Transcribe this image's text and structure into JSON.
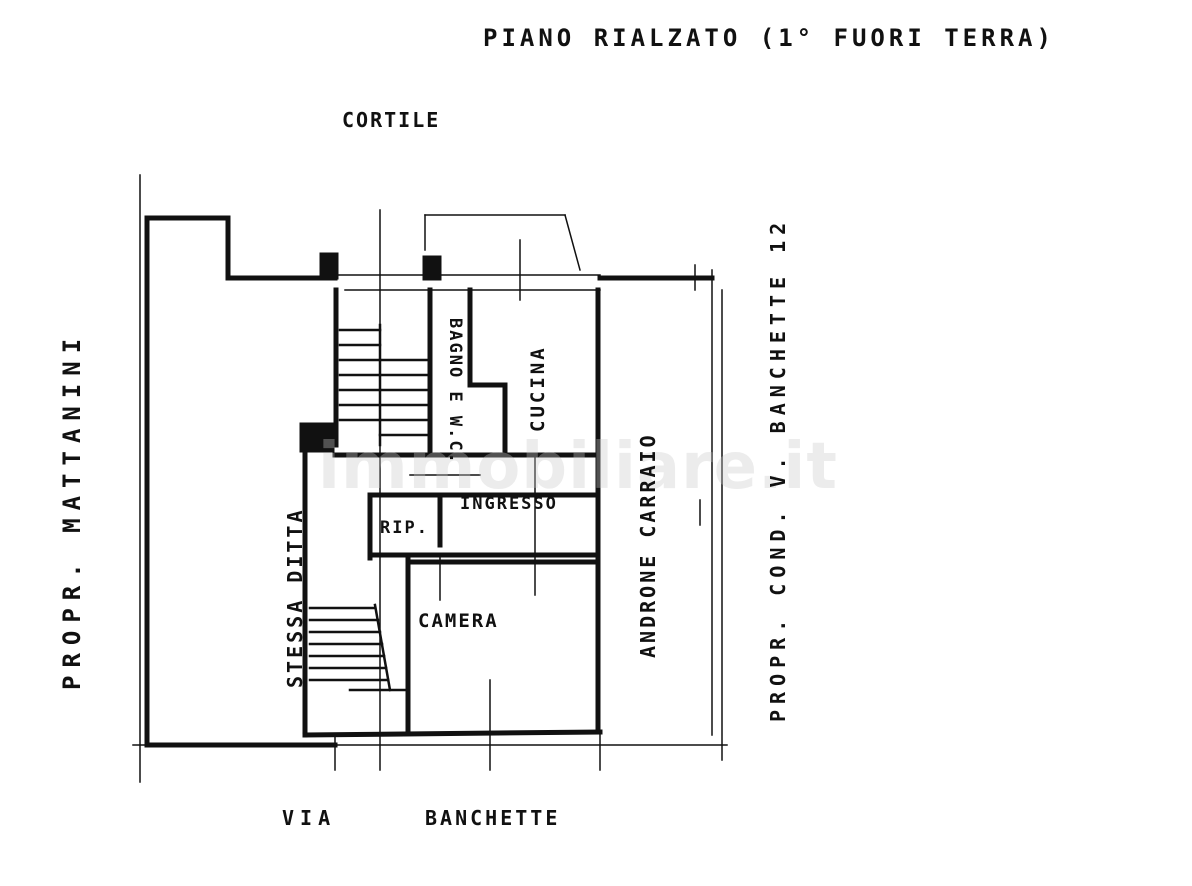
{
  "title": "PIANO RIALZATO (1° FUORI TERRA)",
  "labels": {
    "north": "CORTILE",
    "west": "PROPR. MATTANINI",
    "east": "PROPR. COND. V. BANCHETTE 12",
    "south_via": "VIA",
    "south_street": "BANCHETTE",
    "stair_side": "STESSA DITTA"
  },
  "rooms": {
    "bathroom": "BAGNO E W.C.",
    "kitchen": "CUCINA",
    "entrance": "INGRESSO",
    "storage": "RIP.",
    "bedroom": "CAMERA",
    "driveway": "ANDRONE CARRAIO"
  },
  "watermark": "immobiliare.it"
}
